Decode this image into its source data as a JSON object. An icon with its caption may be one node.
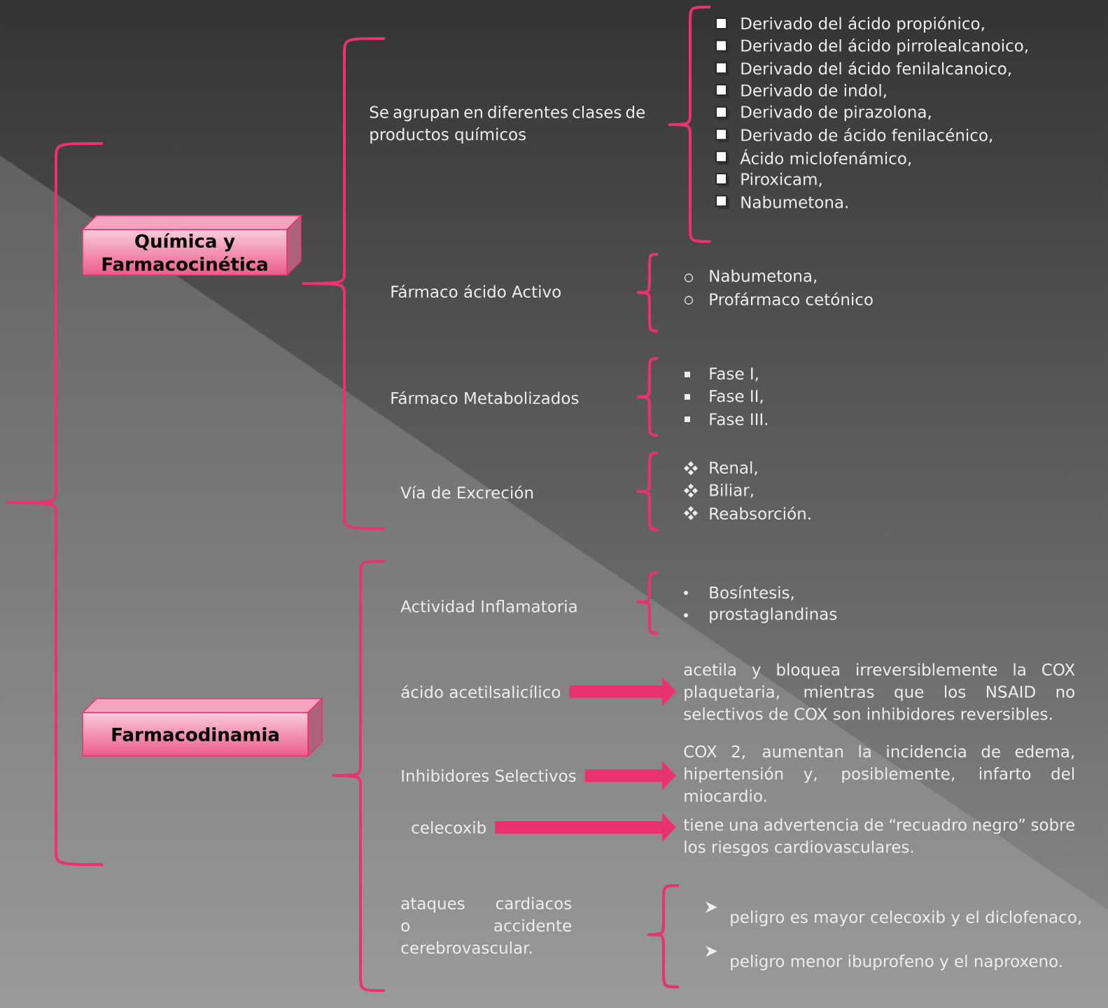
{
  "diagram": {
    "nodes": [
      {
        "text": [
          "Química y Farmacocinética"
        ]
      },
      {
        "text": [
          "Farmacodinamia"
        ]
      },
      {
        "text": [
          "ácido acetilsalicílico"
        ]
      },
      {
        "text": [
          "acetila y bloquea irreversiblemente la COX plaquetaria, mientras que los NSAID no selectivos de COX son inhibidores reversibles."
        ]
      },
      {
        "text": [
          "Inhibidores Selectivos"
        ]
      },
      {
        "text": [
          "COX 2, aumentan la incidencia de edema, hipertensión y, posiblemente, infarto del miocardio."
        ]
      },
      {
        "text": [
          "celecoxib"
        ]
      },
      {
        "text": [
          "tiene una advertencia de “recuadro negro” sobre los riesgos cardiovasculares."
        ]
      }
    ],
    "edges": [
      {
        "from": 2,
        "to": 3,
        "arrow": "to"
      },
      {
        "from": 4,
        "to": 5,
        "arrow": "to"
      },
      {
        "from": 6,
        "to": 7,
        "arrow": "to"
      }
    ],
    "labels": [
      "Se agrupan en diferentes clases de productos químicos",
      "Derivado del ácido propiónico,",
      "Derivado del ácido pirrolealcanoico,",
      "Derivado del ácido fenilalcanoico,",
      "Derivado de indol,",
      "Derivado de pirazolona,",
      "Derivado de ácido fenilacénico,",
      "Ácido miclofenámico,",
      "Piroxicam,",
      "Nabumetona.",
      "Fármaco ácido Activo",
      "Nabumetona,",
      "Profármaco cetónico",
      "Fármaco Metabolizados",
      "Fase I,",
      "Fase II,",
      "Fase III.",
      "Vía de Excreción",
      "Renal,",
      "Biliar,",
      "Reabsorción.",
      "Actividad Inflamatoria",
      "Bosíntesis,",
      "prostaglandinas",
      "ataques cardiacos o accidente cerebrovascular.",
      "peligro es mayor celecoxib y el diclofenaco,",
      "peligro menor ibuprofeno y el naproxeno."
    ]
  }
}
